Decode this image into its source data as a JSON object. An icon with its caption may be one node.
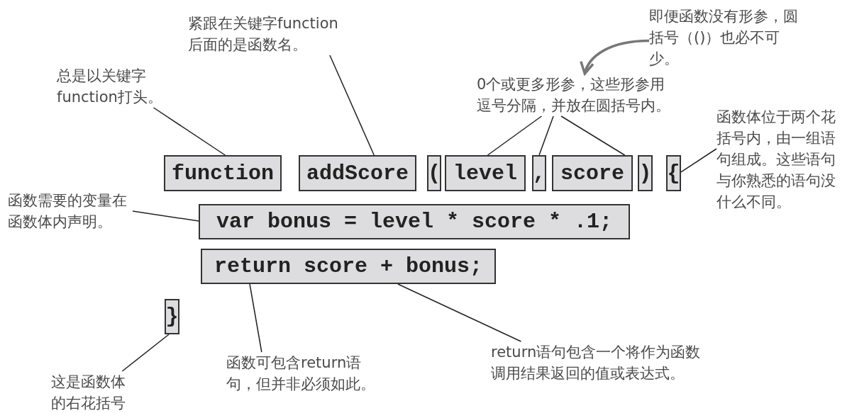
{
  "diagram": {
    "nodes": [
      {
        "text": [
          "function"
        ]
      },
      {
        "text": [
          "addScore"
        ]
      },
      {
        "text": [
          "("
        ]
      },
      {
        "text": [
          "level"
        ]
      },
      {
        "text": [
          ","
        ]
      },
      {
        "text": [
          "score"
        ]
      },
      {
        "text": [
          ")"
        ]
      },
      {
        "text": [
          "{"
        ]
      },
      {
        "text": [
          "var bonus = level * score * .1;"
        ]
      },
      {
        "text": [
          "return score + bonus;"
        ]
      },
      {
        "text": [
          "}"
        ]
      },
      {
        "text": [
          "总是以关键字function打头。"
        ]
      },
      {
        "text": [
          "紧跟在关键字function后面的是函数名。"
        ]
      },
      {
        "text": [
          "即便函数没有形参，圆括号（()）也必不可少。"
        ]
      },
      {
        "text": [
          "0个或更多形参，这些形参用逗号分隔，并放在圆括号内。"
        ]
      },
      {
        "text": [
          "函数体位于两个花括号内，由一组语句组成。这些语句与你熟悉的语句没什么不同。"
        ]
      },
      {
        "text": [
          "函数需要的变量在函数体内声明。"
        ]
      },
      {
        "text": [
          "函数可包含return语句，但并非必须如此。"
        ]
      },
      {
        "text": [
          "return语句包含一个将作为函数调用结果返回的值或表达式。"
        ]
      },
      {
        "text": [
          "这是函数体的右花括号"
        ]
      }
    ],
    "edges": [
      {
        "from": 11,
        "to": 0,
        "arrow": "none"
      },
      {
        "from": 12,
        "to": 1,
        "arrow": "none"
      },
      {
        "from": 14,
        "to": 3,
        "arrow": "none"
      },
      {
        "from": 14,
        "to": 4,
        "arrow": "none"
      },
      {
        "from": 14,
        "to": 5,
        "arrow": "none"
      },
      {
        "from": 15,
        "to": 7,
        "arrow": "none"
      },
      {
        "from": 16,
        "to": 8,
        "arrow": "none"
      },
      {
        "from": 17,
        "to": 9,
        "arrow": "none"
      },
      {
        "from": 18,
        "to": 9,
        "arrow": "none"
      },
      {
        "from": 19,
        "to": 10,
        "arrow": "none"
      },
      {
        "from": 13,
        "to": 14,
        "arrow": "to",
        "style": "thick",
        "color": "#777777"
      }
    ]
  }
}
